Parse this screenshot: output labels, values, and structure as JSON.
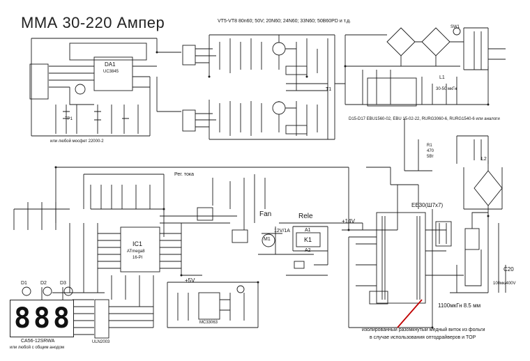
{
  "title": "ММА 30-220 Ампер",
  "header_note": "VT5-VT8 80n60; 50V; 20N60; 24N60; 33N60; 50B60PD и т.д.",
  "chips": {
    "u1": "DA1",
    "u1_part": "UC3845",
    "ic1": "IC1",
    "ic1_part": "ATmega8",
    "ic1_pkg": "16-PI",
    "reg": "MC33063",
    "driver": "ULN2003"
  },
  "labels": {
    "driver_note": "или любой мосфет 22000-2",
    "diode_note": "D15-D17 EBU1560-02, EBU 15-02-22, RURG3060-6, RURG1540-6 или аналоги",
    "transformer": "ЕЕ30(Ш7х7)",
    "inductor": "1100мкГн 8.5 мм",
    "fan": "Fan",
    "rele": "Rele",
    "relay_k1": "K1",
    "relay_a1": "A1",
    "relay_a2": "A2",
    "motor": "M1",
    "v14": "+14V",
    "v5": "+5V",
    "v12": "12V/1A",
    "rec_label": "Рег. тока",
    "cap_c20": "C20",
    "cap_val": "100мк/400V",
    "display_part": "CA56-12SRWA",
    "display_note": "или любой с общим анодом",
    "digit1": "8",
    "digit2": "8",
    "digit3": "8",
    "warn1": "изолированный разомкнутый медный виток из фольги",
    "warn2": "в случае использования оптодрайверов и TOP",
    "r1": "R1",
    "r1_val": "470",
    "r1_pwr": "5Вт",
    "t1": "T1",
    "l1": "L1",
    "l1_note": "30-50 мкГн",
    "l2": "L2",
    "tr_drv": "ТР1",
    "d1": "D1",
    "d2": "D2",
    "d3": "D3",
    "sw_label": "SW1"
  }
}
